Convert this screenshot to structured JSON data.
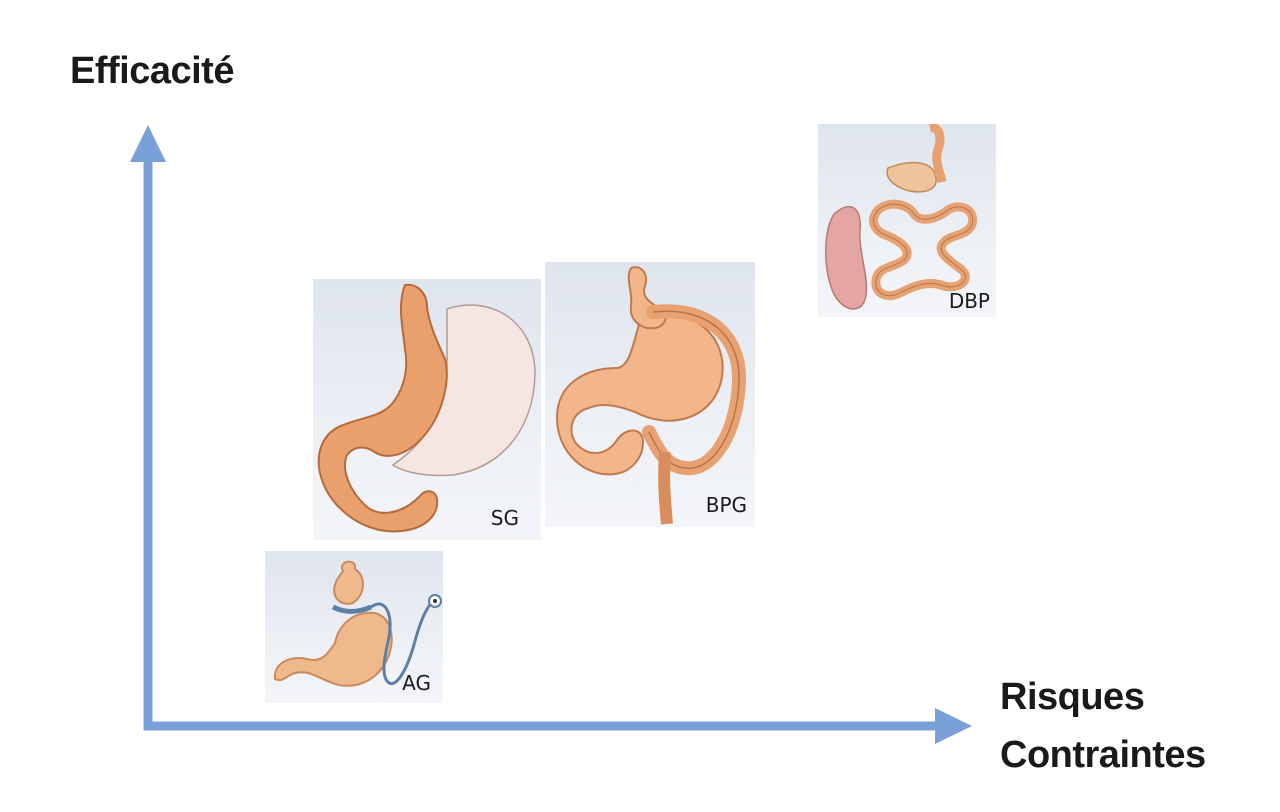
{
  "y_axis_label": "Efficacité",
  "x_axis_label_line1": "Risques",
  "x_axis_label_line2": "Contraintes",
  "axis_color": "#7aa0d8",
  "procedures": [
    {
      "label": "AG"
    },
    {
      "label": "SG"
    },
    {
      "label": "BPG"
    },
    {
      "label": "DBP"
    }
  ]
}
